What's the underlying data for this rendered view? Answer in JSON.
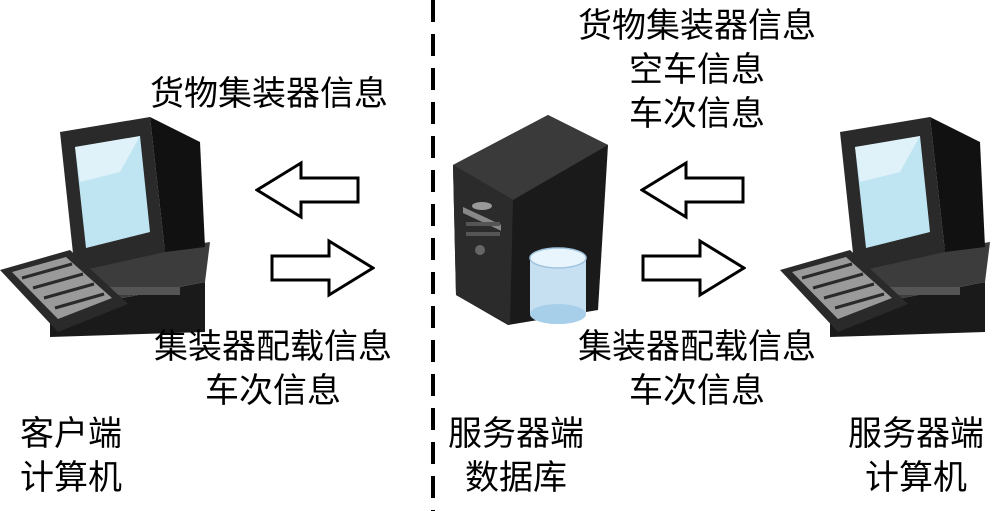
{
  "client": {
    "label_lines": [
      "客户端",
      "计算机"
    ],
    "send_lines": [
      "货物集装器信息"
    ],
    "receive_lines": [
      "集装器配载信息",
      "车次信息"
    ]
  },
  "database": {
    "label_lines": [
      "服务器端",
      "数据库"
    ]
  },
  "server": {
    "label_lines": [
      "服务器端",
      "计算机"
    ],
    "send_lines": [
      "货物集装器信息",
      "空车信息",
      "车次信息"
    ],
    "receive_lines": [
      "集装器配载信息",
      "车次信息"
    ]
  }
}
